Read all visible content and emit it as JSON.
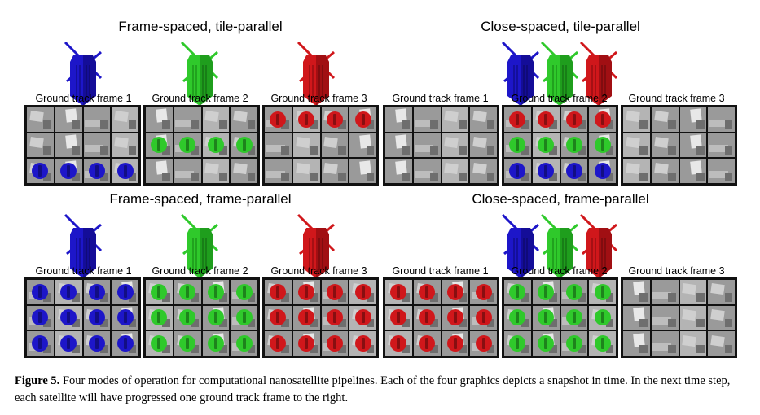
{
  "panels": [
    {
      "title": "Frame-spaced, tile-parallel",
      "satellites": [
        "blue",
        "green",
        "red"
      ],
      "frame_labels": [
        "Ground track frame 1",
        "Ground track frame 2",
        "Ground track frame 3"
      ],
      "frames": [
        {
          "rows": [
            [],
            [],
            [
              "blue",
              "blue",
              "blue",
              "blue"
            ]
          ]
        },
        {
          "rows": [
            [],
            [
              "green",
              "green",
              "green",
              "green"
            ],
            []
          ]
        },
        {
          "rows": [
            [
              "red",
              "red",
              "red",
              "red"
            ],
            [],
            []
          ]
        }
      ]
    },
    {
      "title": "Close-spaced, tile-parallel",
      "satellites": [
        "blue",
        "green",
        "red"
      ],
      "frame_labels": [
        "Ground track frame 1",
        "Ground track frame 2",
        "Ground track frame 3"
      ],
      "frames": [
        {
          "rows": [
            [],
            [],
            []
          ]
        },
        {
          "rows": [
            [
              "red",
              "red",
              "red",
              "red"
            ],
            [
              "green",
              "green",
              "green",
              "green"
            ],
            [
              "blue",
              "blue",
              "blue",
              "blue"
            ]
          ]
        },
        {
          "rows": [
            [],
            [],
            []
          ]
        }
      ]
    },
    {
      "title": "Frame-spaced, frame-parallel",
      "satellites": [
        "blue",
        "green",
        "red"
      ],
      "frame_labels": [
        "Ground track frame 1",
        "Ground track frame 2",
        "Ground track frame 3"
      ],
      "frames": [
        {
          "rows": [
            [
              "blue",
              "blue",
              "blue",
              "blue"
            ],
            [
              "blue",
              "blue",
              "blue",
              "blue"
            ],
            [
              "blue",
              "blue",
              "blue",
              "blue"
            ]
          ]
        },
        {
          "rows": [
            [
              "green",
              "green",
              "green",
              "green"
            ],
            [
              "green",
              "green",
              "green",
              "green"
            ],
            [
              "green",
              "green",
              "green",
              "green"
            ]
          ]
        },
        {
          "rows": [
            [
              "red",
              "red",
              "red",
              "red"
            ],
            [
              "red",
              "red",
              "red",
              "red"
            ],
            [
              "red",
              "red",
              "red",
              "red"
            ]
          ]
        }
      ]
    },
    {
      "title": "Close-spaced, frame-parallel",
      "satellites": [
        "blue",
        "green",
        "red"
      ],
      "frame_labels": [
        "Ground track frame 1",
        "Ground track frame 2",
        "Ground track frame 3"
      ],
      "frames": [
        {
          "rows": [
            [
              "red",
              "red",
              "red",
              "red"
            ],
            [
              "red",
              "red",
              "red",
              "red"
            ],
            [
              "red",
              "red",
              "red",
              "red"
            ]
          ]
        },
        {
          "rows": [
            [
              "green",
              "green",
              "green",
              "green"
            ],
            [
              "green",
              "green",
              "green",
              "green"
            ],
            [
              "green",
              "green",
              "green",
              "green"
            ]
          ]
        },
        {
          "rows": [
            [],
            [],
            []
          ]
        }
      ]
    }
  ],
  "colors": {
    "blue": "#1d16c9",
    "green": "#2fc92b",
    "red": "#d0171b"
  },
  "caption": {
    "label": "Figure 5.",
    "text": " Four modes of operation for computational nanosatellite pipelines. Each of the four graphics depicts a snapshot in time. In the next time step, each satellite will have progressed one ground track frame to the right."
  }
}
